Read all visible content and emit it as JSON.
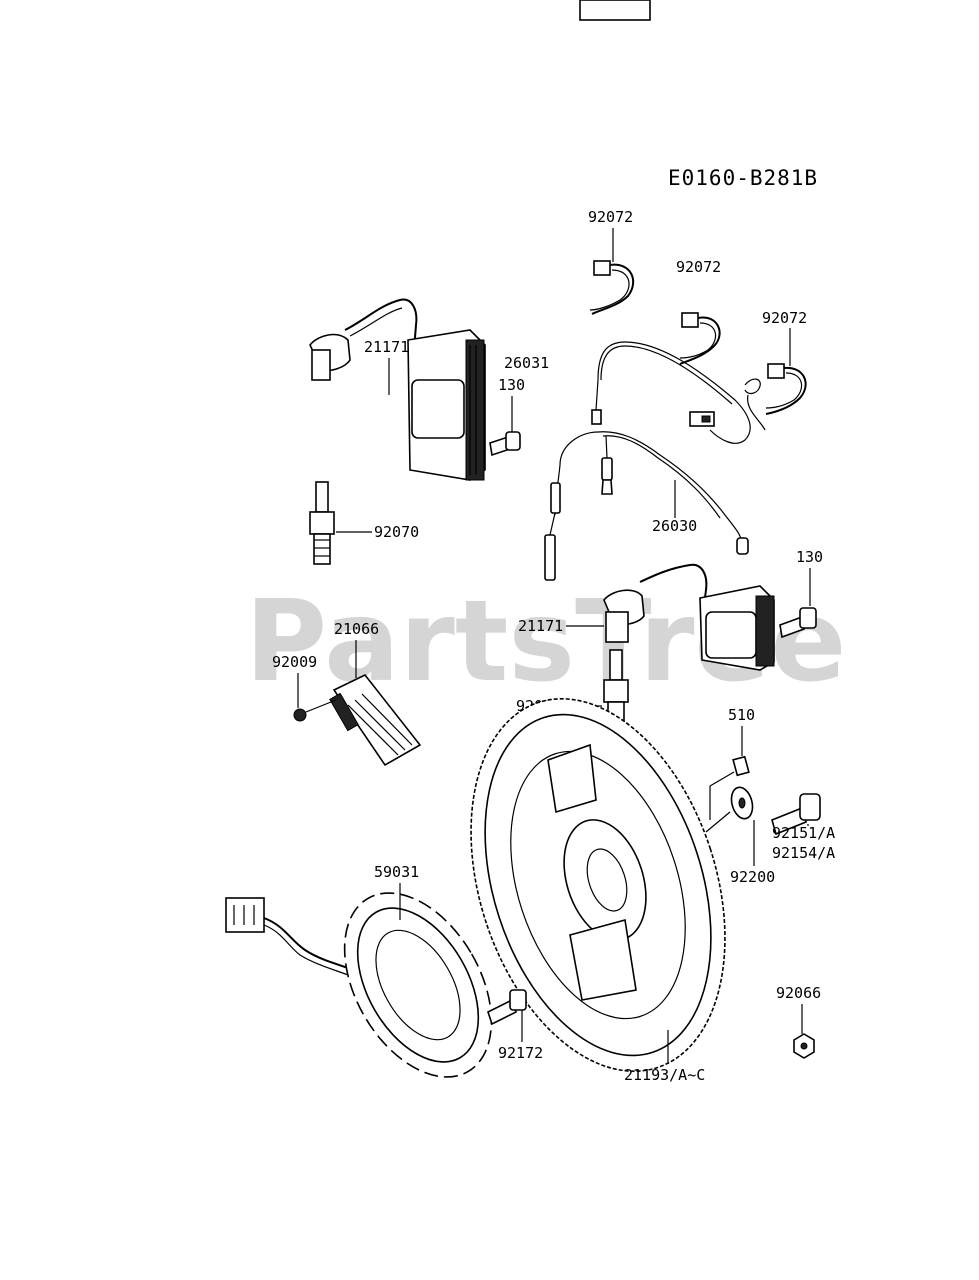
{
  "diagram_code": "E0160-B281B",
  "watermark": "PartsTree",
  "watermark_mark": "™",
  "labels": {
    "p92072_a": "92072",
    "p92072_b": "92072",
    "p92072_c": "92072",
    "p21171_a": "21171",
    "p26031": "26031",
    "p130_a": "130",
    "p92070_a": "92070",
    "p26030": "26030",
    "p130_b": "130",
    "p21066": "21066",
    "p92009": "92009",
    "p21171_b": "21171",
    "p92070_b": "92070",
    "p510": "510",
    "p92151": "92151/A",
    "p92154": "92154/A",
    "p92200": "92200",
    "p59031": "59031",
    "p92066": "92066",
    "p92172": "92172",
    "p21193": "21193/A~C"
  }
}
